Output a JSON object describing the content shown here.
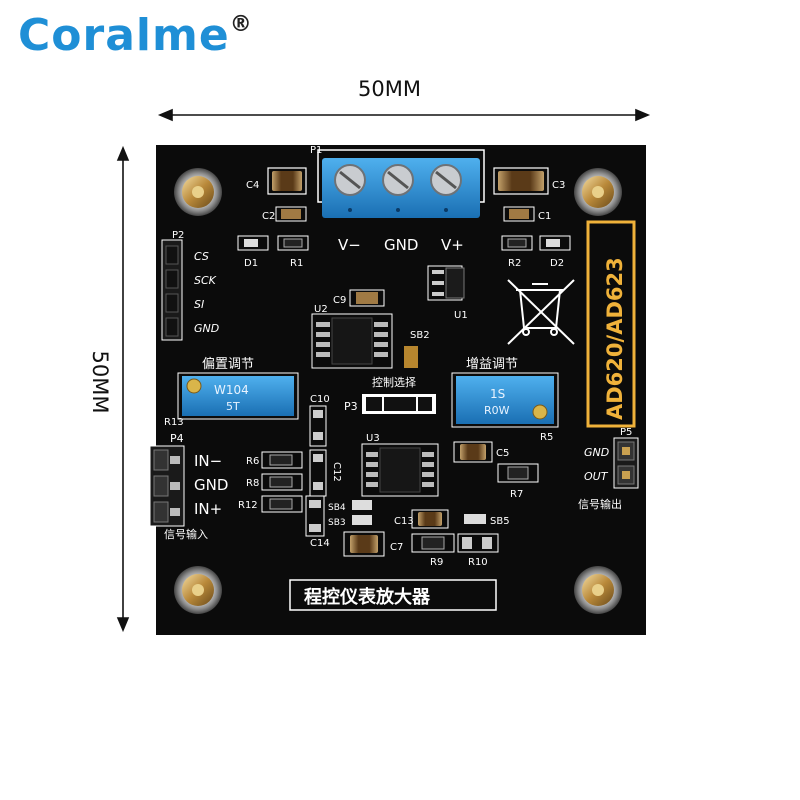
{
  "brand": {
    "name": "Coralme",
    "mark": "®"
  },
  "dimensions": {
    "width_label": "50MM",
    "height_label": "50MM"
  },
  "board": {
    "vertical_title": "AD620/AD623",
    "bottom_title": "程控仪表放大器",
    "terminal": {
      "p1": "P1",
      "vminus": "V−",
      "gnd": "GND",
      "vplus": "V+"
    },
    "p2": {
      "ref": "P2",
      "pins": [
        "CS",
        "SCK",
        "SI",
        "GND"
      ]
    },
    "p4": {
      "ref": "P4",
      "pins": [
        "IN−",
        "GND",
        "IN+"
      ],
      "caption": "信号输入"
    },
    "p5": {
      "ref": "P5",
      "pins": [
        "GND",
        "OUT"
      ],
      "caption": "信号输出"
    },
    "p3": {
      "ref": "P3",
      "caption": "控制选择"
    },
    "offset_label": "偏置调节",
    "gain_label": "增益调节",
    "pot_left_text": "W104",
    "pot_left_sub": "5T",
    "pot_right_text": "1S",
    "pot_right_sub": "R0W",
    "refs": {
      "c1": "C1",
      "c2": "C2",
      "c3": "C3",
      "c4": "C4",
      "c5": "C5",
      "c7": "C7",
      "c9": "C9",
      "c10": "C10",
      "c12": "C12",
      "c13": "C13",
      "c14": "C14",
      "d1": "D1",
      "d2": "D2",
      "r1": "R1",
      "r2": "R2",
      "r5": "R5",
      "r6": "R6",
      "r7": "R7",
      "r8": "R8",
      "r9": "R9",
      "r10": "R10",
      "r12": "R12",
      "r13": "R13",
      "u1": "U1",
      "u2": "U2",
      "u3": "U3",
      "sb2": "SB2",
      "sb3": "SB3",
      "sb4": "SB4",
      "sb5": "SB5"
    }
  }
}
